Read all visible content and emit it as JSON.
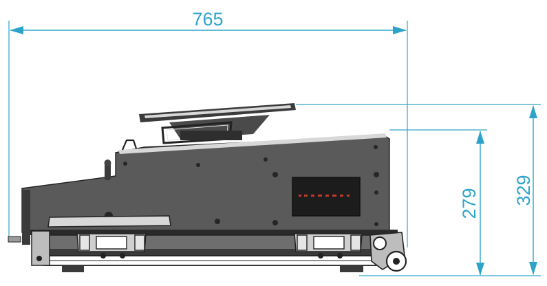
{
  "dimensions": {
    "width": "765",
    "height_body": "279",
    "height_total": "329"
  },
  "colors": {
    "dimension": "#2ea3c9",
    "body": "#5a5a5a",
    "outline": "#222222",
    "light": "#d8d8d8",
    "highlight": "#c23a2a"
  }
}
